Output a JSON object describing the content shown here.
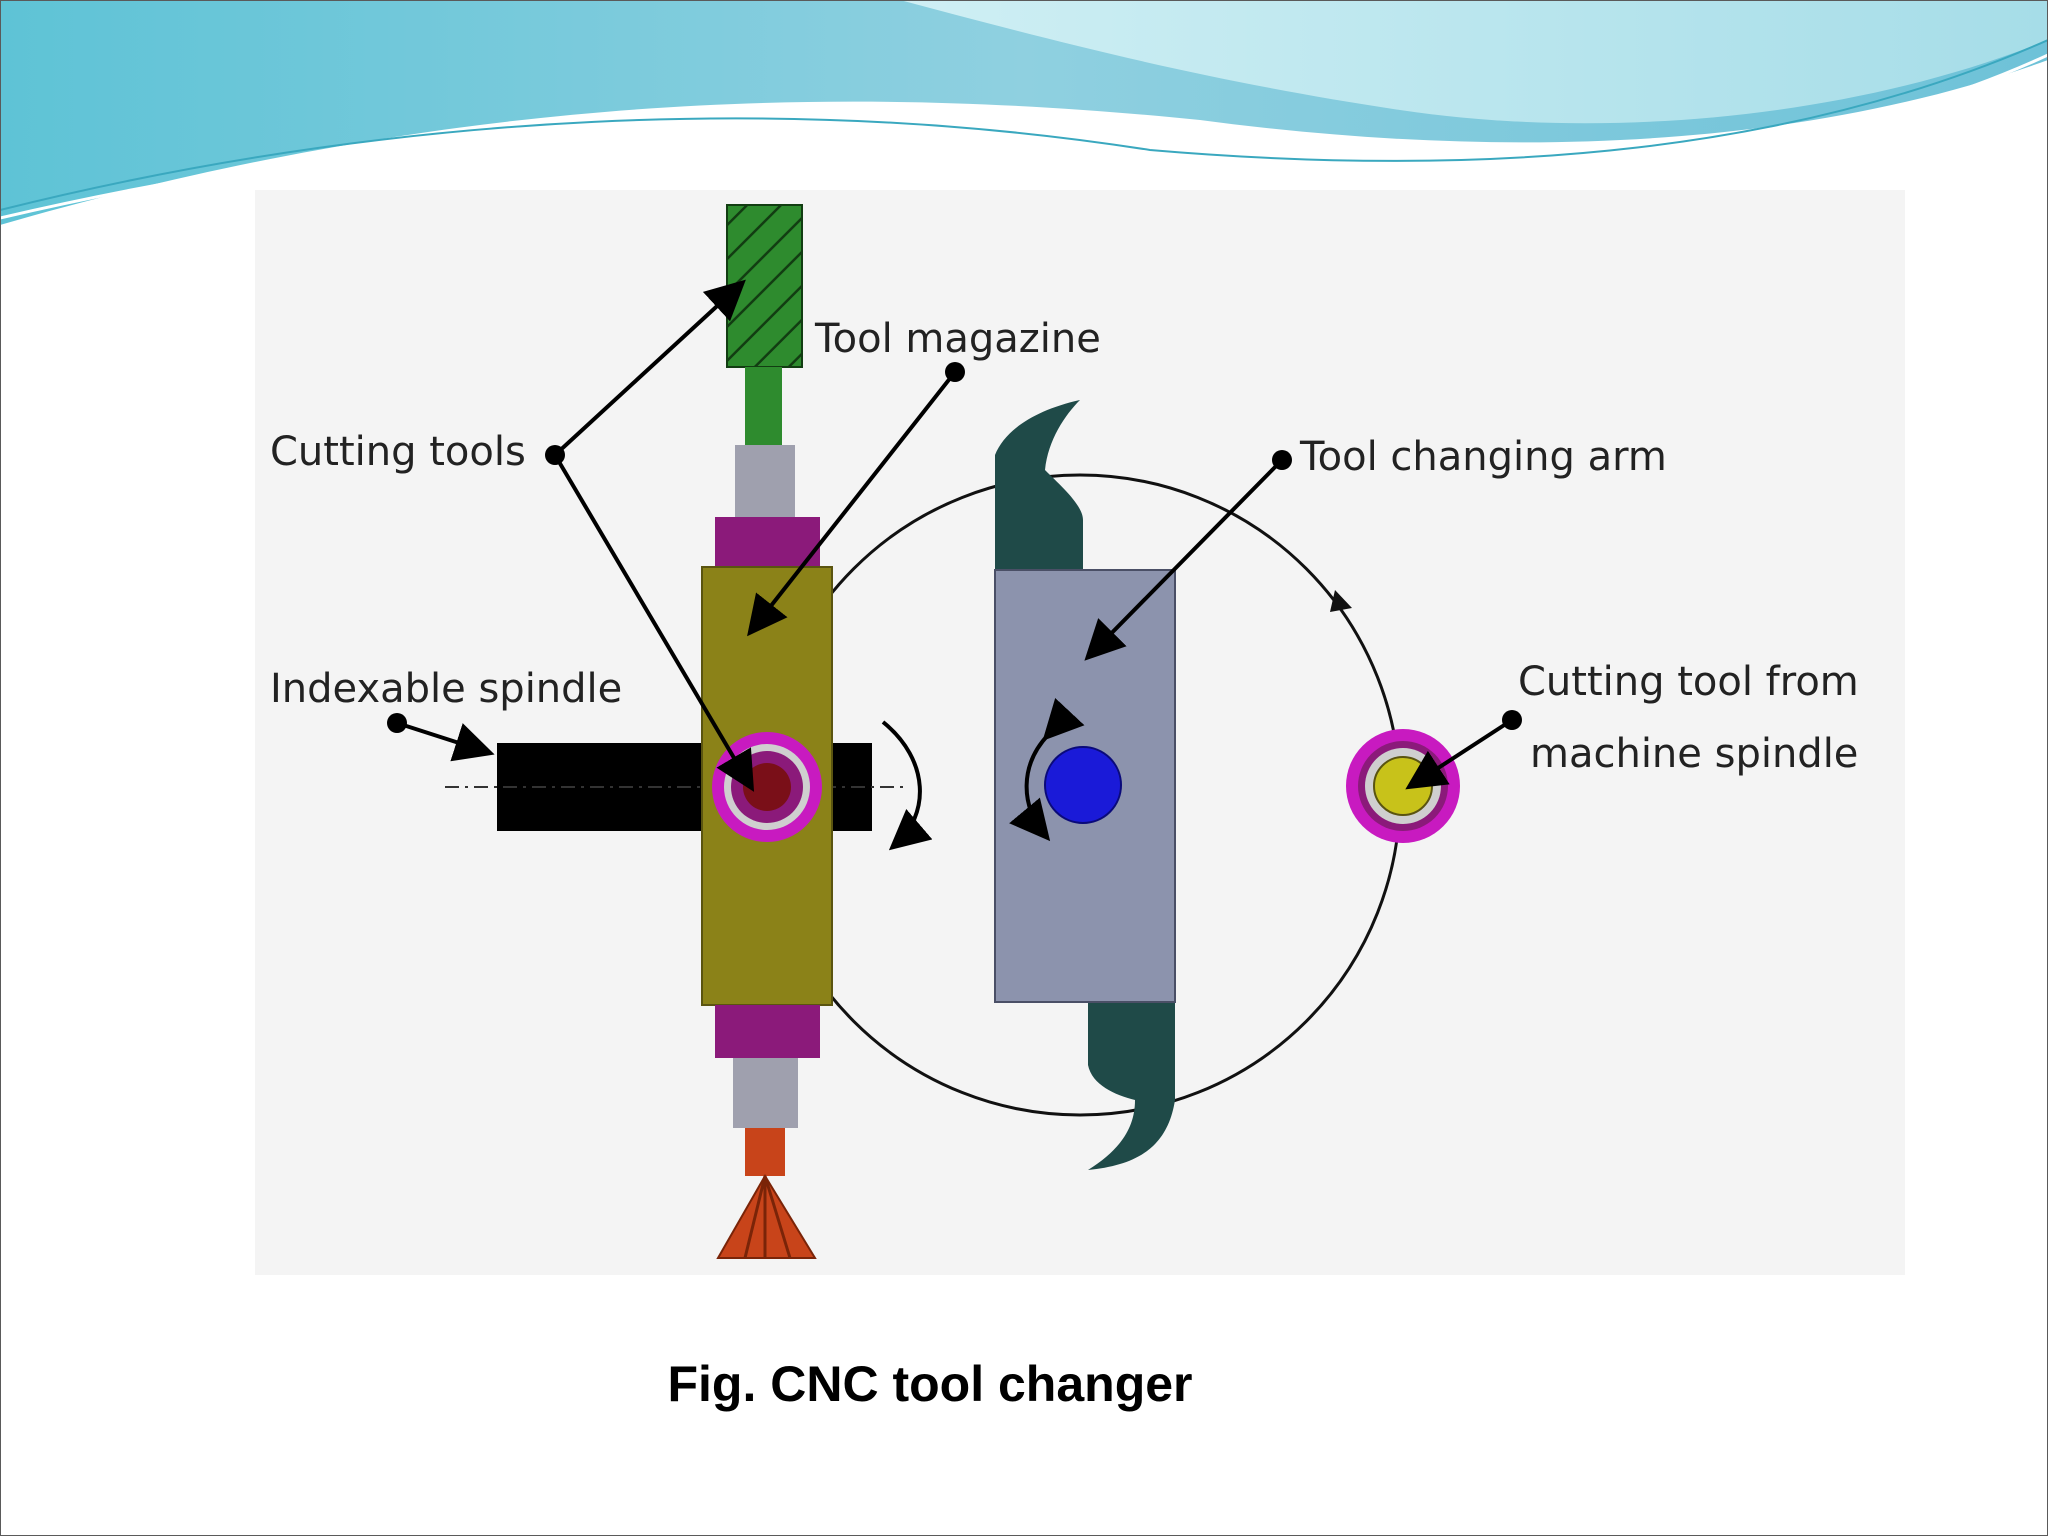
{
  "slide": {
    "caption": "Fig. CNC tool changer"
  },
  "diagram": {
    "labels": {
      "tool_magazine": "Tool magazine",
      "cutting_tools": "Cutting tools",
      "tool_changing_arm": "Tool changing arm",
      "indexable_spindle": "Indexable spindle",
      "cutting_tool_from_line1": "Cutting tool from",
      "cutting_tool_from_line2": "machine spindle"
    }
  },
  "colors": {
    "header_light": "#b6e6ee",
    "header_dark": "#5fb8d0",
    "tool_green": "#2e8b2e",
    "magazine_body": "#8b8218",
    "collar_purple": "#8b1a7a",
    "arm_gray": "#8c93ad",
    "gripper_dark": "#1f4a48",
    "hub_blue": "#1a1ad8",
    "cutter_orange": "#c8441a",
    "tool_yellow": "#c8c21a",
    "ring_magenta": "#c81ac0"
  }
}
